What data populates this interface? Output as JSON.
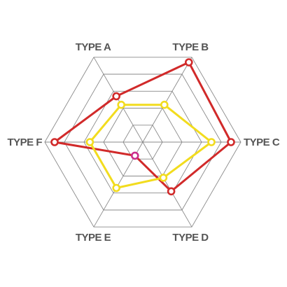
{
  "chart_data": {
    "type": "radar",
    "axes": [
      "TYPE A",
      "TYPE B",
      "TYPE C",
      "TYPE D",
      "TYPE E",
      "TYPE F"
    ],
    "range": [
      0,
      5
    ],
    "rings": 5,
    "grid": true,
    "legend": "none",
    "series": [
      {
        "color": "#d12a2a",
        "values": [
          2.7,
          4.7,
          4.5,
          2.9,
          0.8,
          4.5
        ],
        "point_colors": [
          "#d12a2a",
          "#d12a2a",
          "#d12a2a",
          "#d12a2a",
          "#cc2f8c",
          "#d12a2a"
        ]
      },
      {
        "color": "#f2dc1e",
        "values": [
          2.2,
          2.2,
          3.5,
          2.1,
          2.7,
          2.7
        ]
      }
    ]
  }
}
